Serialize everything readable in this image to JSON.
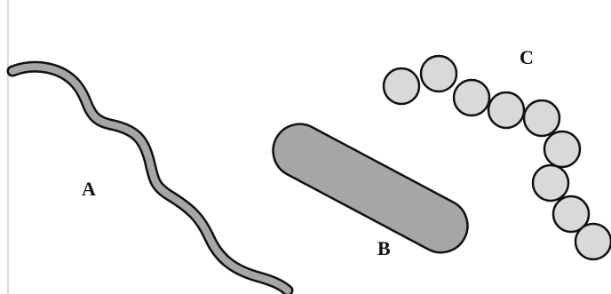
{
  "labels": {
    "a": "A",
    "b": "B",
    "c": "C"
  },
  "shapes": [
    {
      "id": "a",
      "icon": "spiral-bacterium-icon"
    },
    {
      "id": "b",
      "icon": "rod-bacterium-icon"
    },
    {
      "id": "c",
      "icon": "cocci-chain-bacterium-icon"
    }
  ],
  "colors": {
    "fill_dark": "#a6a6a6",
    "fill_light": "#d9d9d9",
    "outline": "#111111",
    "background": "#ffffff"
  }
}
